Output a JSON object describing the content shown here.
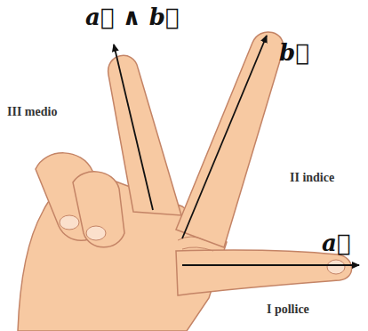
{
  "diagram": {
    "labels": [
      "a⃗ ∧ b⃗",
      "b⃗",
      "a⃗",
      "III medio",
      "II indice",
      "I pollice"
    ]
  }
}
